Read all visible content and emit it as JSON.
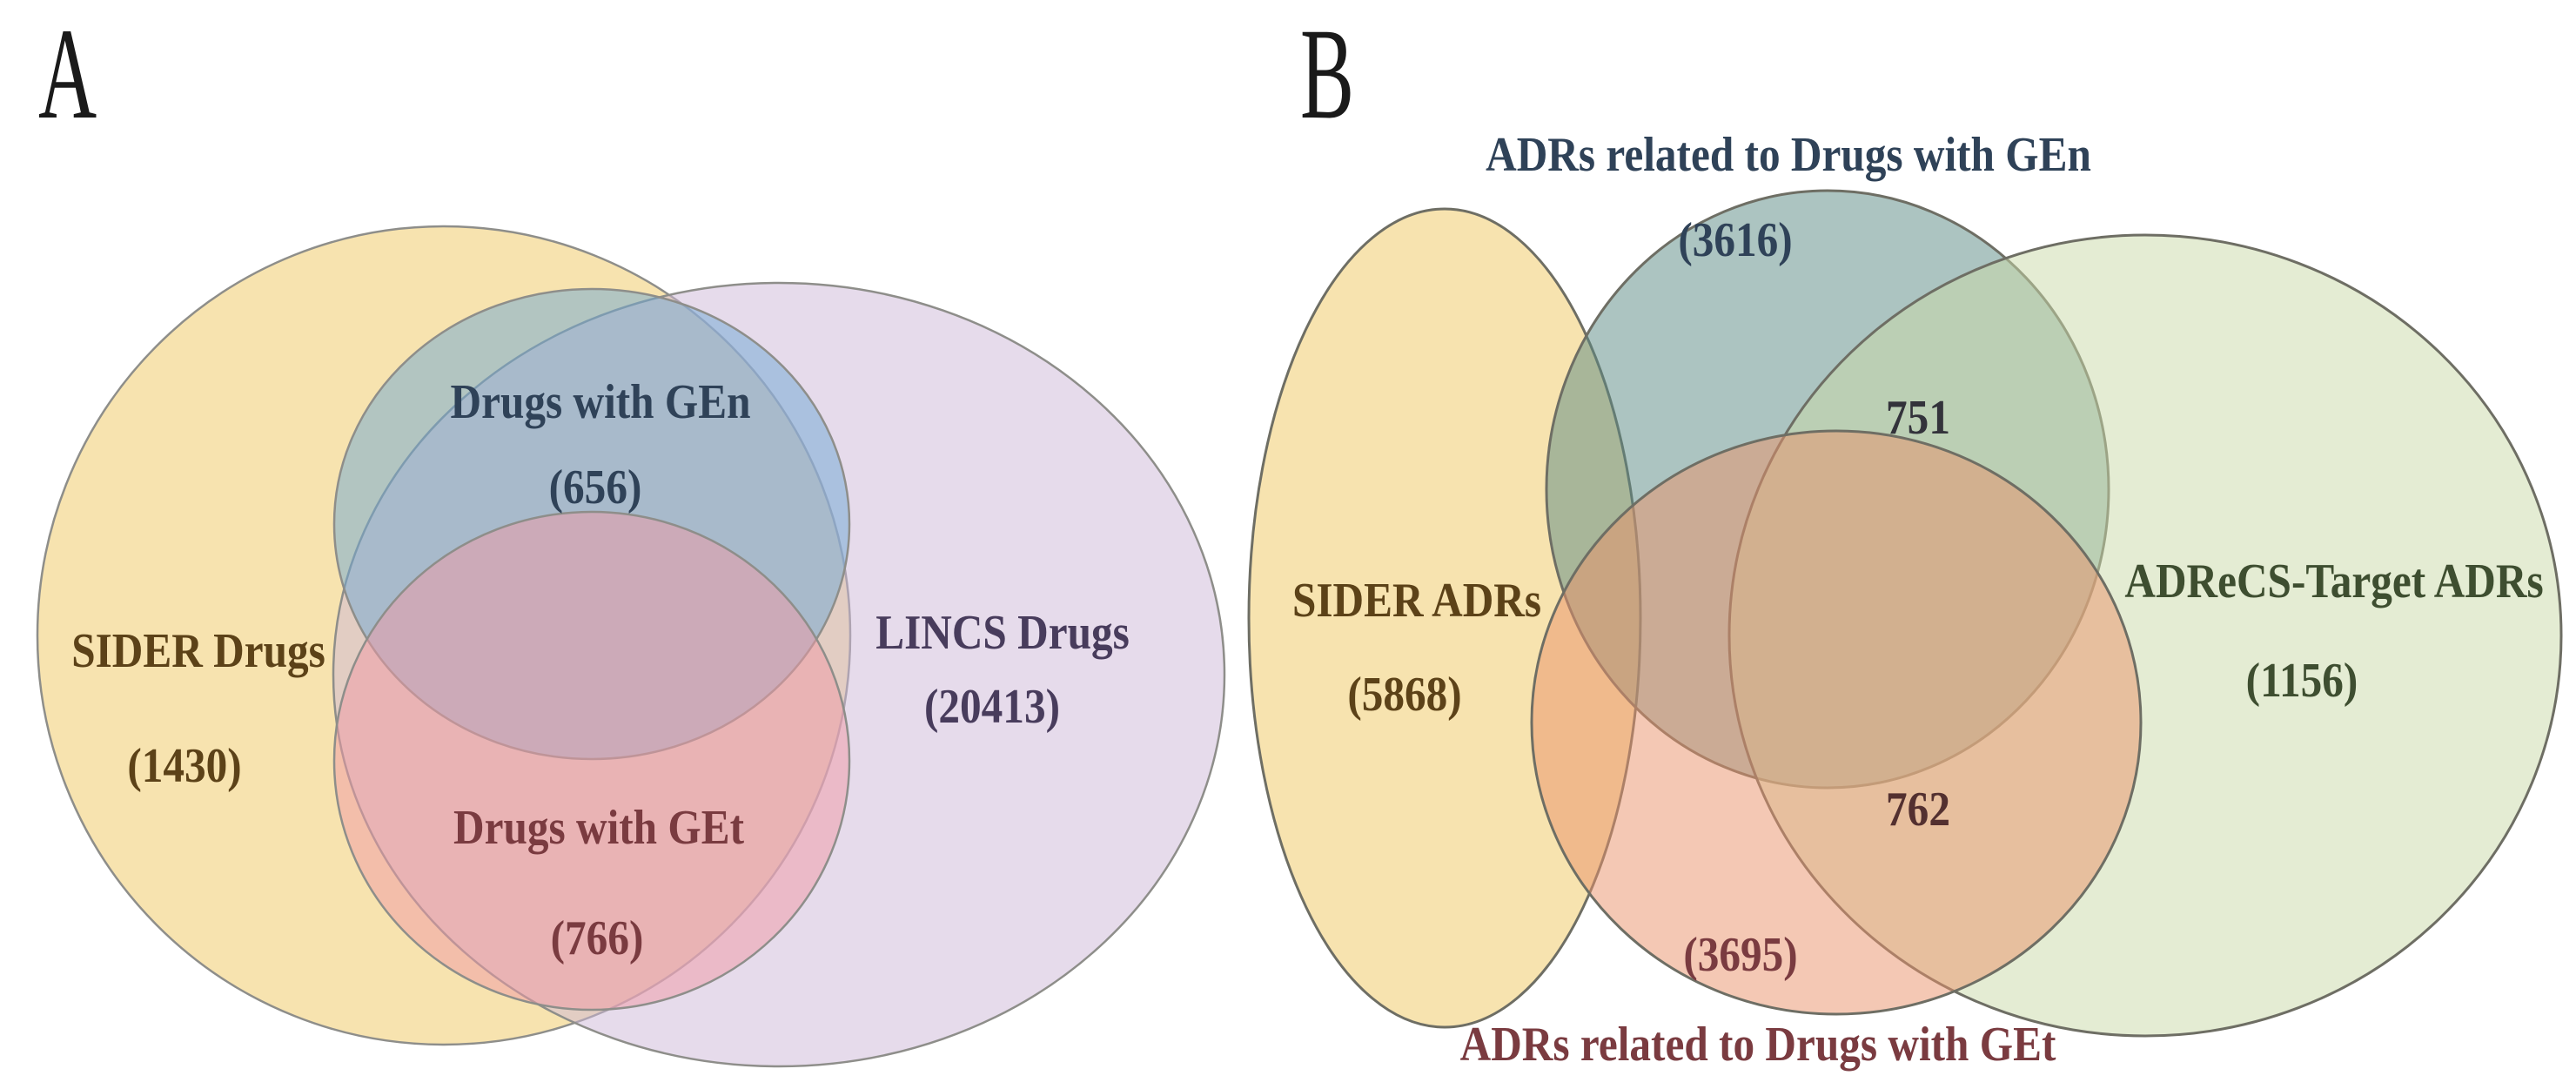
{
  "colors": {
    "canvas_bg": "#FFFFFF",
    "a_sider_fill": "#EFC75F",
    "a_lincs_fill": "#CDB7D7",
    "a_gen_fill": "#6EA7D3",
    "a_get_fill": "#F09AA6",
    "b_sider_fill": "#EFC75F",
    "b_gen_fill": "#598983",
    "b_adrecs_fill": "#C9D9A7",
    "b_get_fill": "#EA9169",
    "text_black": "#1A1A1A",
    "text_brown": "#5C4218",
    "text_navy": "#2F4258",
    "text_purple": "#483C5C",
    "text_maroon": "#7A3B40",
    "text_olive": "#3E4E30",
    "text_overlap_751": "#33333B",
    "text_overlap_762": "#533030"
  },
  "panel_a": {
    "label": "A",
    "sider": {
      "name": "SIDER Drugs",
      "count": "(1430)"
    },
    "lincs": {
      "name": "LINCS Drugs",
      "count": "(20413)"
    },
    "gen": {
      "name": "Drugs with GEn",
      "count": "(656)"
    },
    "get": {
      "name": "Drugs with GEt",
      "count": "(766)"
    }
  },
  "panel_b": {
    "label": "B",
    "title_top": "ADRs related to Drugs with GEn",
    "title_bottom": "ADRs related to Drugs with GEt",
    "sider": {
      "name": "SIDER ADRs",
      "count": "(5868)"
    },
    "adrecs": {
      "name": "ADReCS-Target ADRs",
      "count": "(1156)"
    },
    "gen": {
      "count": "(3616)"
    },
    "get": {
      "count": "(3695)"
    },
    "overlap_gen_adrecs": "751",
    "overlap_get_adrecs": "762"
  },
  "venn_data": {
    "panel_a": {
      "type": "venn",
      "sets": [
        {
          "label": "SIDER Drugs",
          "size": 1430
        },
        {
          "label": "LINCS Drugs",
          "size": 20413
        },
        {
          "label": "Drugs with GEn",
          "size": 656
        },
        {
          "label": "Drugs with GEt",
          "size": 766
        }
      ]
    },
    "panel_b": {
      "type": "venn",
      "sets": [
        {
          "label": "SIDER ADRs",
          "size": 5868
        },
        {
          "label": "ADRs related to Drugs with GEn",
          "size": 3616
        },
        {
          "label": "ADReCS-Target ADRs",
          "size": 1156
        },
        {
          "label": "ADRs related to Drugs with GEt",
          "size": 3695
        }
      ],
      "overlaps": [
        {
          "sets": [
            "ADRs related to Drugs with GEn",
            "ADReCS-Target ADRs"
          ],
          "size": 751
        },
        {
          "sets": [
            "ADRs related to Drugs with GEt",
            "ADReCS-Target ADRs"
          ],
          "size": 762
        }
      ]
    }
  }
}
